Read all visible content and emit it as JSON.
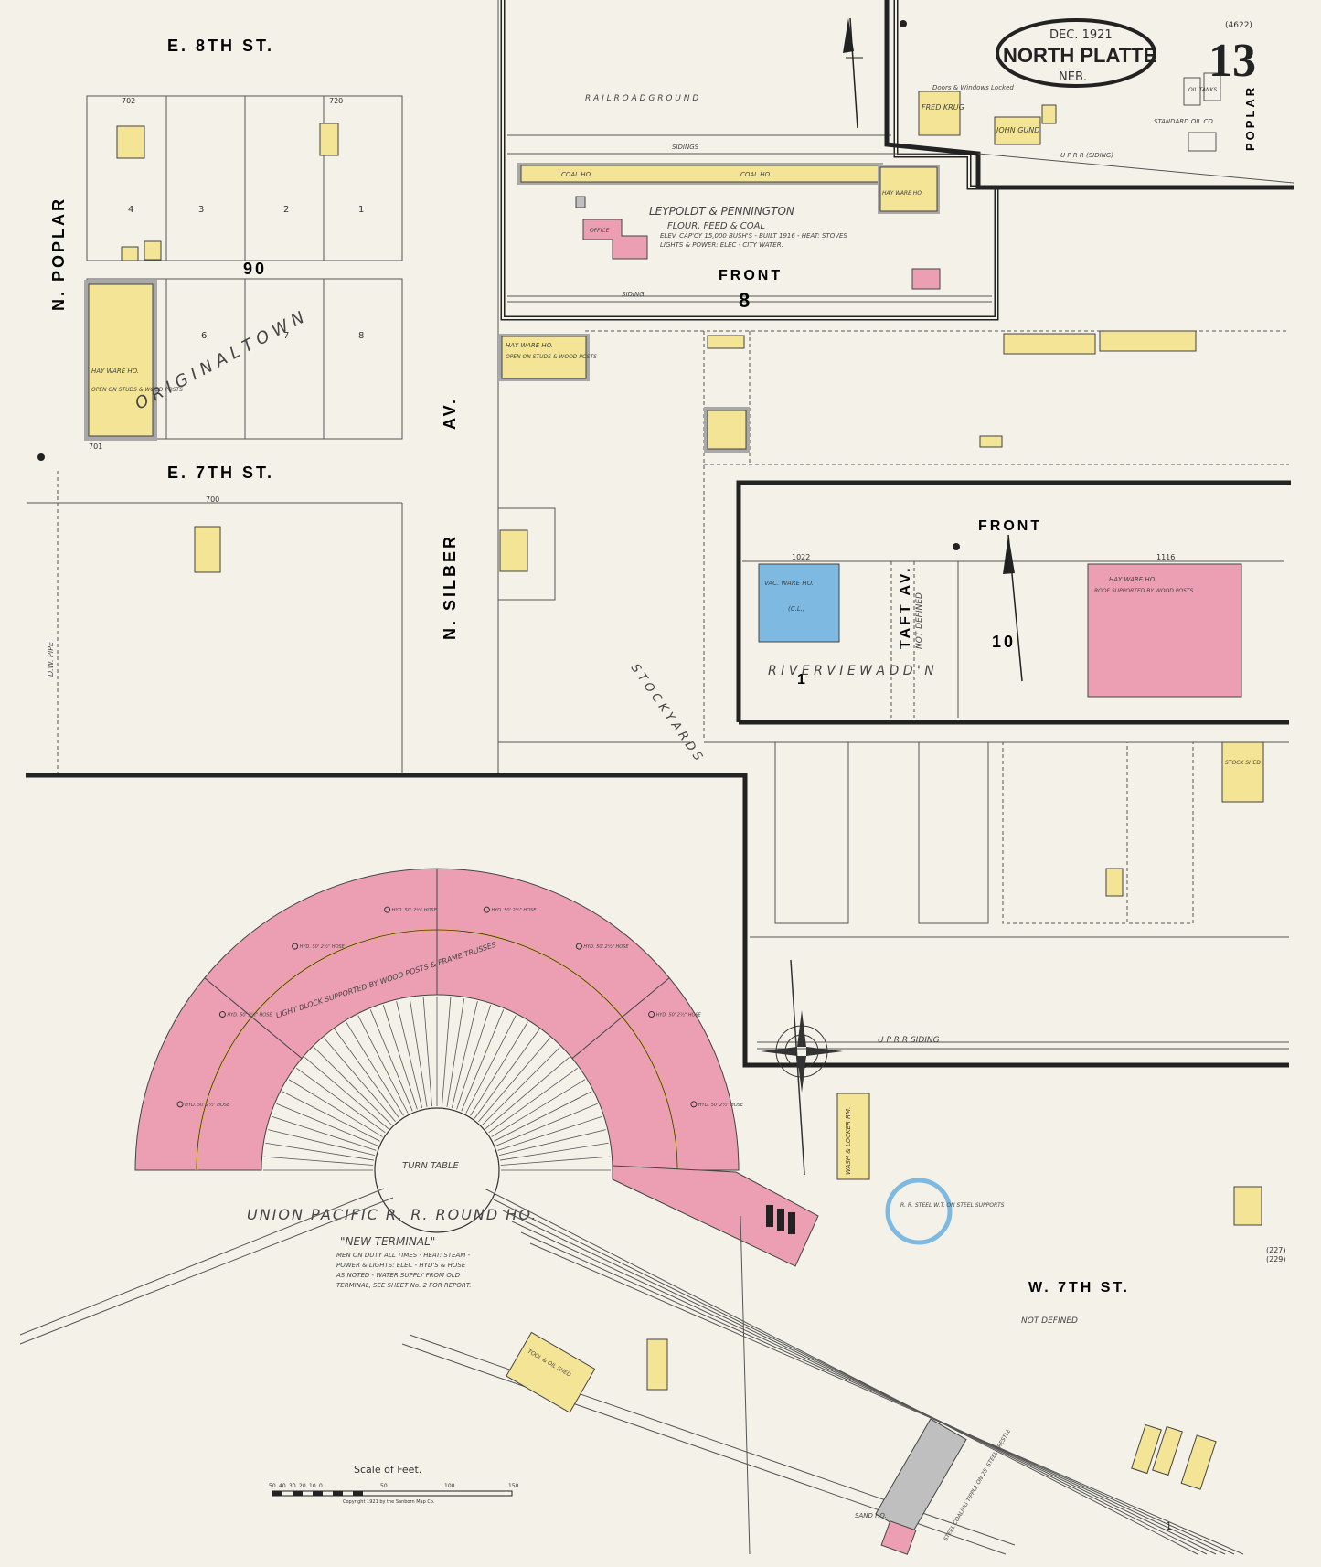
{
  "title_block": {
    "date": "DEC. 1921",
    "city": "NORTH PLATTE",
    "state": "NEB.",
    "sheet_number": "13",
    "ref": "(4622)"
  },
  "streets": {
    "e8": "E. 8TH      ST.",
    "e7": "E. 7TH      ST.",
    "w7": "W. 7TH          ST.",
    "w7_note": "NOT      DEFINED",
    "n_poplar": "N. POPLAR",
    "n_silber": "N. SILBER",
    "av": "AV.",
    "poplar_right": "POPLAR",
    "front_top": "FRONT",
    "front_mid": "FRONT",
    "taft": "TAFT AV.",
    "taft_note": "NOT DEFINED"
  },
  "blocks": {
    "block_90": "90",
    "block_8": "8",
    "block_10": "10",
    "block_1": "1",
    "original_town": "O  R  I  G  I  N  A  L    T  O  W  N",
    "riverview": "R  I  V  E  R     V  I  E  W        A  D  D ' N",
    "stock_yards": "S   T   O   C   K       Y   A   R   D   S"
  },
  "labels": {
    "railroad_ground": "R A I L R O A D        G R O U N D",
    "sidings": "SIDINGS",
    "siding": "SIDING",
    "coal_ho_1": "COAL HO.",
    "coal_ho_2": "COAL  HO.",
    "hay_ware_top": "HAY WARE HO.",
    "leypoldt": "LEYPOLDT  &  PENNINGTON",
    "flour": "FLOUR, FEED & COAL",
    "elev_note": "ELEV. CAP'CY 15,000 BUSH'S - BUILT 1916 - HEAT: STOVES",
    "elev_note2": "LIGHTS & POWER: ELEC - CITY WATER.",
    "office": "OFFICE",
    "fred_krug": "FRED KRUG",
    "john_gund": "JOHN GUND",
    "doors_locked": "Doors & Windows Locked",
    "upr_siding_top": "U  P  R  R  (SIDING)",
    "standard_oil": "STANDARD OIL CO.",
    "oil_tanks": "OIL TANKS",
    "hay_ware_orig": "HAY WARE HO.",
    "hay_ware_orig_note": "OPEN ON STUDS & WOOD POSTS",
    "hay_ware_silber": "HAY WARE HO.",
    "hay_ware_silber_note": "OPEN ON STUDS & WOOD POSTS",
    "vac_ware": "VAC. WARE HO.",
    "vac_ware_cl": "(C.L.)",
    "hay_ware_front": "HAY  WARE  HO.",
    "hay_ware_front_note": "ROOF SUPPORTED BY WOOD POSTS",
    "stock_shed": "STOCK SHED",
    "upr_siding_mid": "U     P     R     R     SIDING",
    "round_house": "UNION  PACIFIC  R. R.  ROUND  HO.",
    "new_terminal": "\"NEW  TERMINAL\"",
    "rh_note1": "MEN ON DUTY ALL TIMES - HEAT: STEAM -",
    "rh_note2": "POWER & LIGHTS: ELEC - HYD'S & HOSE",
    "rh_note3": "AS NOTED - WATER SUPPLY FROM OLD",
    "rh_note4": "TERMINAL, SEE SHEET No. 2 FOR REPORT.",
    "rh_roof": "LIGHT BLOCK SUPPORTED BY WOOD POSTS & FRAME TRUSSES",
    "turn_table": "TURN TABLE",
    "wash_locker": "WASH & LOCKER RM.",
    "steel_tank": "R. R. STEEL W.T. ON STEEL SUPPORTS",
    "steel_coaling": "STEEL COALING TIPPLE ON 25' STEEL TRESTLE",
    "sand_ho": "SAND HO.",
    "tool_shed": "TOOL & OIL SHED",
    "scale_title": "Scale of Feet.",
    "copyright": "Copyright 1921 by the Sanborn Map Co.",
    "dw_pipe": "D.W. PIPE",
    "sheet_mark": "1"
  },
  "hydrants": [
    "HYD. 50' 2½\" HOSE"
  ],
  "addresses": [
    "702",
    "720",
    "701",
    "700",
    "1022",
    "1116",
    "(227)",
    "(229)"
  ],
  "scale": {
    "ticks": [
      "50",
      "40",
      "30",
      "20",
      "10",
      "0",
      "50",
      "100",
      "150"
    ]
  },
  "colors": {
    "paper": "#f3f1e8",
    "frame_yellow": "#f4e596",
    "brick_pink": "#ec9fb3",
    "stone_blue": "#7db9e0",
    "iron_gray": "#bfbfbf"
  }
}
